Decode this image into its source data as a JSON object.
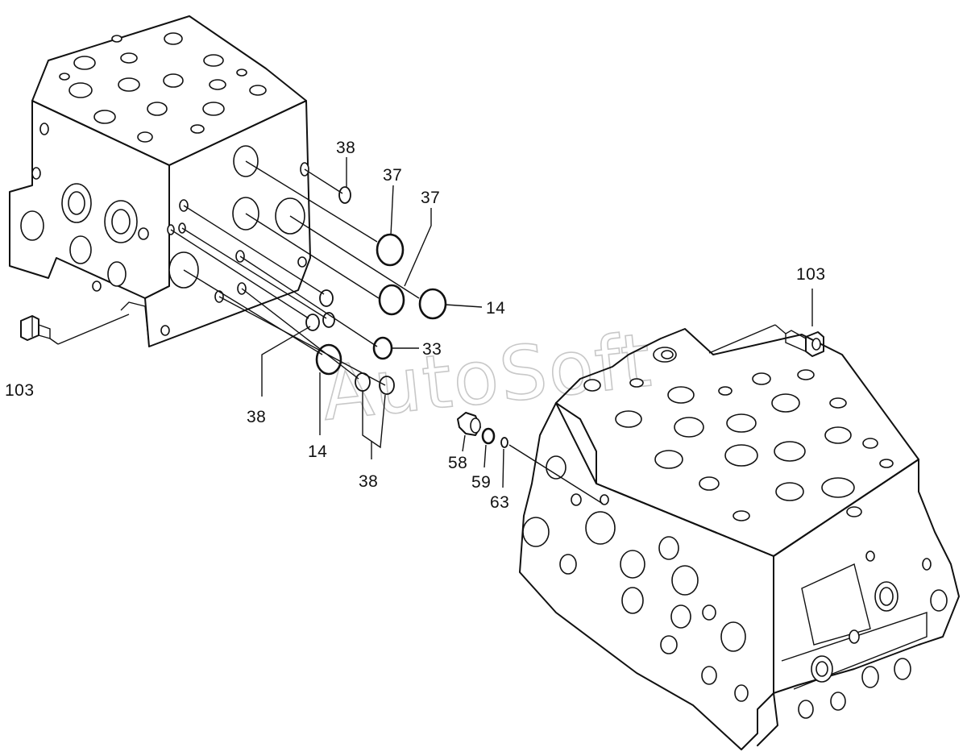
{
  "watermark": "AutoSoft",
  "labels": [
    {
      "id": "lbl-38-top",
      "text": "38"
    },
    {
      "id": "lbl-37-a",
      "text": "37"
    },
    {
      "id": "lbl-37-b",
      "text": "37"
    },
    {
      "id": "lbl-14-right",
      "text": "14"
    },
    {
      "id": "lbl-33",
      "text": "33"
    },
    {
      "id": "lbl-103-left",
      "text": "103"
    },
    {
      "id": "lbl-38-mid",
      "text": "38"
    },
    {
      "id": "lbl-14-bottom",
      "text": "14"
    },
    {
      "id": "lbl-38-bottom",
      "text": "38"
    },
    {
      "id": "lbl-103-right",
      "text": "103"
    },
    {
      "id": "lbl-58",
      "text": "58"
    },
    {
      "id": "lbl-59",
      "text": "59"
    },
    {
      "id": "lbl-63",
      "text": "63"
    }
  ],
  "colors": {
    "ink": "#111111",
    "paper": "#ffffff",
    "watermark": "#c8c8c8"
  }
}
